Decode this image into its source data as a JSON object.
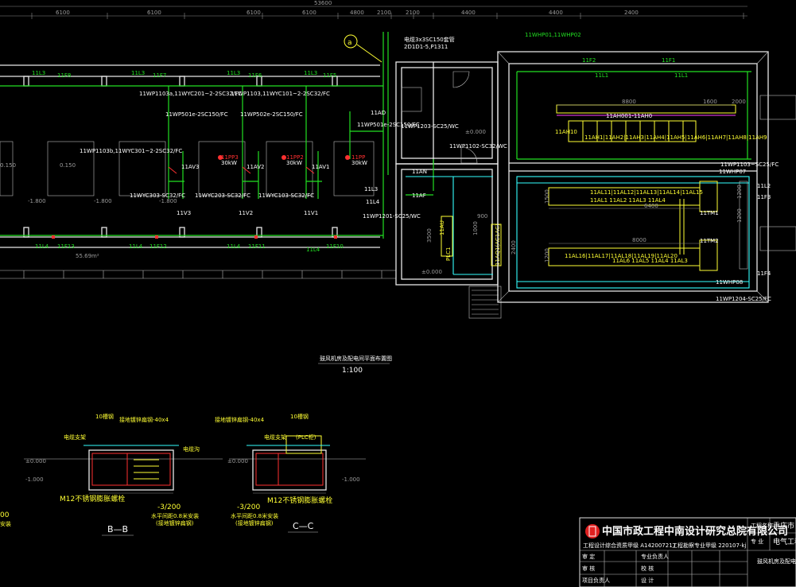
{
  "drawing": {
    "top_dimensions": [
      "6100",
      "6100",
      "6100",
      "6100",
      "4800",
      "2100",
      "2100",
      "4400",
      "4400",
      "2400"
    ],
    "overall_dimension": "53600",
    "grid_bubble": "a",
    "cable_feed_note": "电缆3x3SC150套管",
    "cable_feed_note2": "2D1D1-5,P1311",
    "cable_top_right": "11WHP01,11WHP02",
    "left_feeder_labels": [
      {
        "id": "l1",
        "text": "11L3"
      },
      {
        "id": "l2",
        "text": "11F8"
      },
      {
        "id": "l3",
        "text": "11L3"
      },
      {
        "id": "l4",
        "text": "11F7"
      },
      {
        "id": "l5",
        "text": "11L3"
      },
      {
        "id": "l6",
        "text": "11F6"
      },
      {
        "id": "l7",
        "text": "11L3"
      },
      {
        "id": "l8",
        "text": "11F5"
      }
    ],
    "main_cable_1": "11WP1103a,11WYC201~2-2SC32/FC",
    "main_cable_2": "11WP1103,11WYC101~2-2SC32/FC",
    "cable_f1": "11WP501e-2SC150/FC",
    "cable_f2": "11WP502e-2SC150/FC",
    "cable_f3": "11WP501e-2SC150/FC",
    "cable_f4": "11WP1203-SC25/WC",
    "cable_f5": "11WP1102-SC32/WC",
    "cable_left_mid": "11WP1103b,11WYC301~2-2SC32/FC",
    "pump_labels": [
      "11PP3",
      "11PP2",
      "11PP"
    ],
    "pump_sub": [
      "30kW",
      "30kW",
      "30kW"
    ],
    "valve_labels": [
      "11AV3",
      "11AV2",
      "11AV1"
    ],
    "level_labels": [
      "0.150",
      "0.150",
      "-1.800",
      "-1.800",
      "-1.800"
    ],
    "cable_lower": [
      "11WYC303-SC32/FC",
      "11WYC203-SC32/FC",
      "11WYC103-SC32/FC"
    ],
    "v_labels": [
      "11V3",
      "11V2",
      "11V1"
    ],
    "bottom_feeder_labels": [
      "11L4",
      "11F13",
      "11L4",
      "11F12",
      "11L4",
      "11F11",
      "11L4",
      "11F10"
    ],
    "area_label": "55.69m²",
    "room_labels": {
      "ad": "11AD",
      "an": "11AN",
      "af": "11AF",
      "l3": "11L3",
      "l4": "11L4",
      "wp1201": "11WP1201-SC25/WC",
      "au": "11AU",
      "plc": "PLC1",
      "plcbox": "11AQ1(AC1AC)",
      "zero": "±0.000",
      "zero2": "±0.000",
      "d900": "900",
      "d1000": "1000",
      "d3500": "3500",
      "d2400": "2400"
    },
    "hv_room": {
      "f2": "11F2",
      "f1": "11F1",
      "l1a": "11L1",
      "l1b": "11L1",
      "d8800": "8800",
      "d1600": "1600",
      "d2000": "2000",
      "ah_bus": "11AH001-11AH0",
      "ah_row": "11AH1|11AH2|11AH3|11AH4|11AH5|11AH6|11AH7|11AH8|11AH9",
      "ah_left": "11AH10"
    },
    "lv_room": {
      "whp07": "11WHP07",
      "wp1103": "11WP1103~SC25/FC",
      "al_row1": "11AL11|11AL12|11AL13|11AL14|11AL15",
      "d6400": "6400",
      "al_row1b": "11AL1 11AL2 11AL3 11AL4",
      "tm1": "11TM1",
      "tm2": "11TM2",
      "d8000": "8000",
      "al_row2": "11AL16|11AL17|11AL18|11AL19|11AL20",
      "al_row2b": "11AL6 11AL5 11AL4 11AL3",
      "whp08": "11WHP08",
      "wp1204": "11WP1204-SC25/FC",
      "l2": "11L2",
      "f3": "11F3",
      "f4": "11F4",
      "d1200a": "1200",
      "d1200b": "1200",
      "d1500": "1500",
      "d1200c": "1200"
    },
    "plan_title": "鼓风机房及配电间平面布置图",
    "plan_scale": "1:100",
    "section_bb": {
      "title": "B—B",
      "note1": "10槽钢",
      "note2": "接地镀锌扁钢-40x4",
      "note3": "电缆支架",
      "note4": "电缆沟",
      "level0": "±0.000",
      "level1": "-1.000",
      "bolt": "M12不锈钢膨胀螺栓",
      "depth": "-3/200",
      "drain": "水平间距0.8米安装",
      "drain2": "(接地镀锌扁钢)"
    },
    "section_cc": {
      "title": "C—C",
      "note1": "10槽钢",
      "note2": "接地镀锌扁钢-40x4",
      "note3": "(PLC柜)",
      "note4": "电缆支架",
      "level0": "±0.000",
      "level1": "-1.000",
      "bolt": "M12不锈钢膨胀螺栓",
      "depth": "-3/200",
      "drain": "水平间距0.8米安装",
      "drain2": "(接地镀锌扁钢)"
    },
    "left_edge_notes": [
      "00",
      "安装"
    ],
    "title_block": {
      "company": "中国市政工程中南设计研究总院有限公司",
      "sub1": "工程设计综合资质甲级 A142007217",
      "sub2": "工程勘察专业甲级 220107-kj",
      "project_label": "工程名称",
      "project": "重庆市",
      "spec_label": "专  业",
      "spec": "电气工程",
      "drawing_name": "鼓风机房及配电间",
      "rows": [
        [
          "审 定",
          "",
          "专业负责人",
          "",
          ""
        ],
        [
          "审 核",
          "",
          "校  核",
          "",
          ""
        ],
        [
          "项目负责人",
          "",
          "设  计",
          "",
          ""
        ]
      ]
    }
  }
}
